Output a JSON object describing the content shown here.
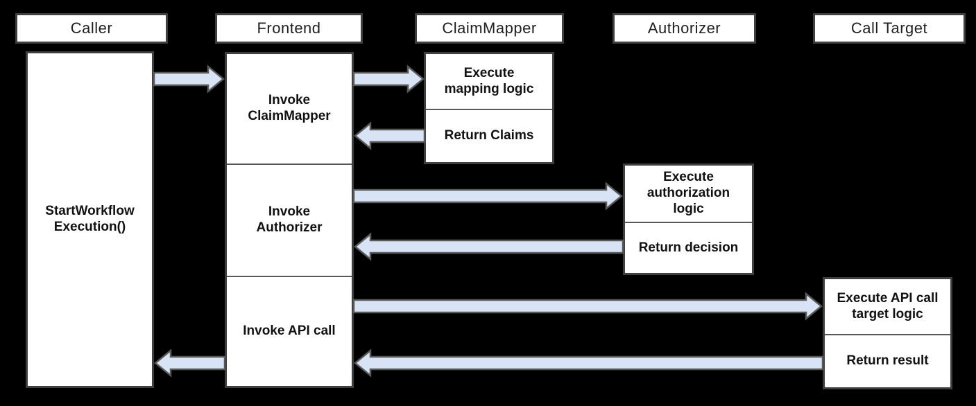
{
  "diagram": {
    "type": "sequence-diagram",
    "colors": {
      "background": "#000000",
      "box_fill": "#ffffff",
      "box_border": "#3f3f3f",
      "divider": "#595959",
      "arrow_fill": "#d8e4f5",
      "arrow_stroke": "#595959",
      "text": "#111111"
    },
    "lifelines": [
      {
        "id": "caller",
        "label": "Caller"
      },
      {
        "id": "frontend",
        "label": "Frontend"
      },
      {
        "id": "claimmapper",
        "label": "ClaimMapper"
      },
      {
        "id": "authorizer",
        "label": "Authorizer"
      },
      {
        "id": "calltarget",
        "label": "Call Target"
      }
    ],
    "activations": {
      "caller": {
        "0": "StartWorkflow\nExecution()"
      },
      "frontend": {
        "0": "Invoke\nClaimMapper",
        "1": "Invoke\nAuthorizer",
        "2": "Invoke API call"
      },
      "claimmapper": {
        "0": "Execute\nmapping logic",
        "1": "Return Claims"
      },
      "authorizer": {
        "0": "Execute\nauthorization\nlogic",
        "1": "Return decision"
      },
      "calltarget": {
        "0": "Execute API call\ntarget logic",
        "1": "Return result"
      }
    },
    "arrows": [
      {
        "from": "Caller",
        "to": "Frontend",
        "direction": "right"
      },
      {
        "from": "Frontend",
        "to": "ClaimMapper",
        "direction": "right"
      },
      {
        "from": "ClaimMapper",
        "to": "Frontend",
        "direction": "left"
      },
      {
        "from": "Frontend",
        "to": "Authorizer",
        "direction": "right"
      },
      {
        "from": "Authorizer",
        "to": "Frontend",
        "direction": "left"
      },
      {
        "from": "Frontend",
        "to": "Call Target",
        "direction": "right"
      },
      {
        "from": "Call Target",
        "to": "Frontend",
        "direction": "left"
      },
      {
        "from": "Frontend",
        "to": "Caller",
        "direction": "left"
      }
    ]
  }
}
